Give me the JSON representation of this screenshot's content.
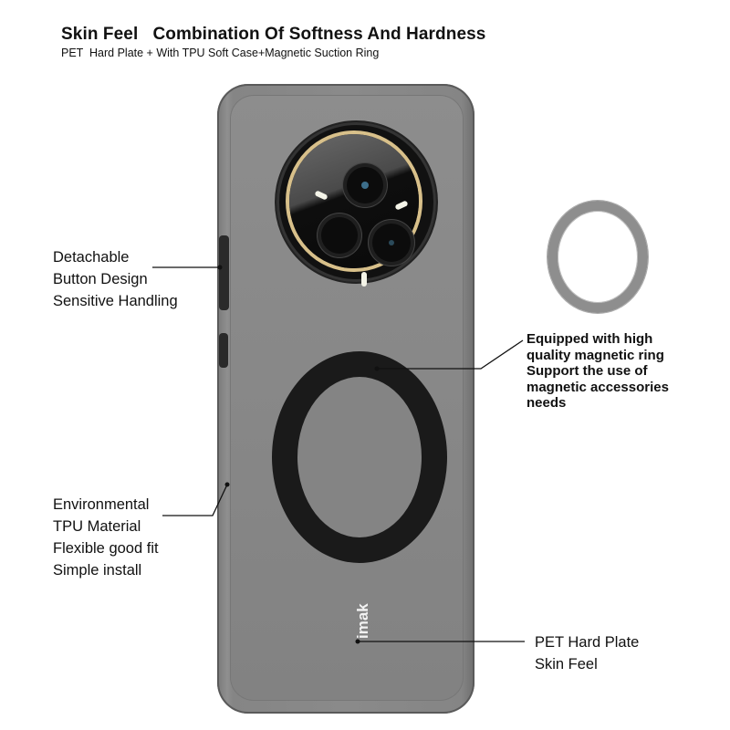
{
  "header": {
    "title": "Skin Feel   Combination Of Softness And Hardness",
    "subtitle": "PET  Hard Plate + With TPU Soft Case+Magnetic Suction Ring"
  },
  "callouts": {
    "button": {
      "lines": [
        "Detachable",
        "Button Design",
        "Sensitive Handling"
      ]
    },
    "magnetic": {
      "lines": [
        "Equipped with high",
        "quality magnetic ring",
        "Support the use of",
        "magnetic accessories",
        "needs"
      ]
    },
    "tpu": {
      "lines": [
        "Environmental",
        "TPU Material",
        "Flexible good fit",
        "Simple install"
      ]
    },
    "pet": {
      "lines": [
        "PET Hard Plate",
        "Skin Feel"
      ]
    }
  },
  "product": {
    "brand_logo": "imak",
    "case_color": "#8a8a8a",
    "camera_ring_color": "#d8c08a",
    "magnetic_ring_color": "#1a1a1a"
  }
}
